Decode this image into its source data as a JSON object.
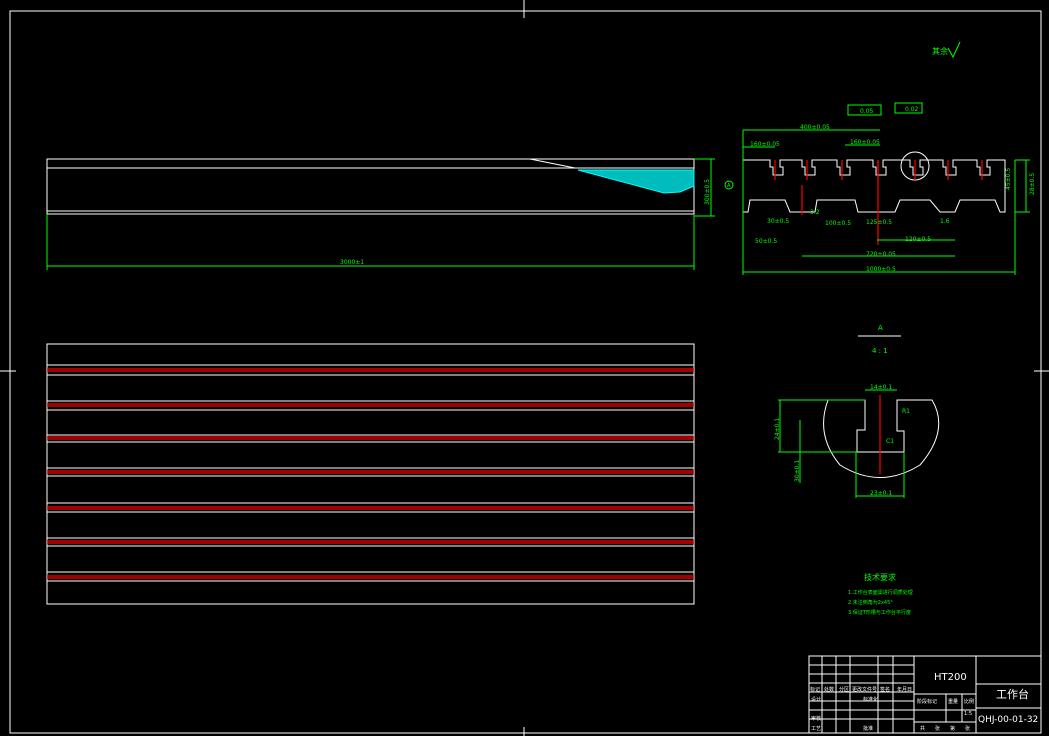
{
  "drawing": {
    "surface_roughness_note": "其余",
    "front_view": {
      "length_dim": "3000±1",
      "height_dim": "300±0.5"
    },
    "section_view": {
      "dims": [
        "400±0.05",
        "160±0.05",
        "160±0.05",
        "125±0.5",
        "120±0.5",
        "720±0.05",
        "1000±0.5",
        "50±0.5",
        "100±0.5",
        "30±0.5",
        "45±0.5",
        "28±0.5",
        "1.6",
        "3.2",
        "0.05",
        "0.02"
      ],
      "datum_label": "A"
    },
    "detail_view": {
      "label": "A",
      "scale": "4 : 1",
      "dims": [
        "14±0.1",
        "24±0.1",
        "23±0.1",
        "30±0.1",
        "R1",
        "C1"
      ]
    },
    "technical_requirements": {
      "title": "技术要求",
      "items": [
        "1.工作台表面需进行调质处理",
        "2.未注倒角为2x45°",
        "3.保证T形槽与工作台平行度"
      ]
    },
    "title_block": {
      "material": "HT200",
      "part_name": "工作台",
      "drawing_number": "QHJ-00-01-32",
      "header_cells": [
        "标记",
        "处数",
        "分区",
        "更改文件号",
        "签名",
        "年月日"
      ],
      "row_labels": [
        "设计",
        "审核",
        "工艺"
      ],
      "mid_labels": [
        "标准化",
        "批准"
      ],
      "stage_headers": [
        "阶段标记",
        "重量",
        "比例"
      ],
      "scale_value": "1:5",
      "sheet_info": [
        "共",
        "张",
        "第",
        "张"
      ]
    }
  }
}
